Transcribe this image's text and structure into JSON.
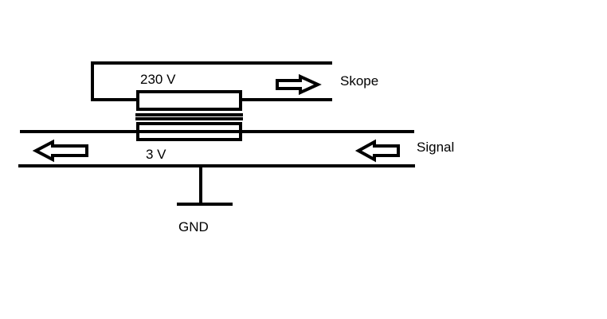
{
  "labels": {
    "primary_voltage": "230 V",
    "secondary_voltage": "3 V",
    "skope": "Skope",
    "signal": "Signal",
    "ground": "GND"
  },
  "colors": {
    "stroke": "#000000",
    "background": "#ffffff"
  }
}
